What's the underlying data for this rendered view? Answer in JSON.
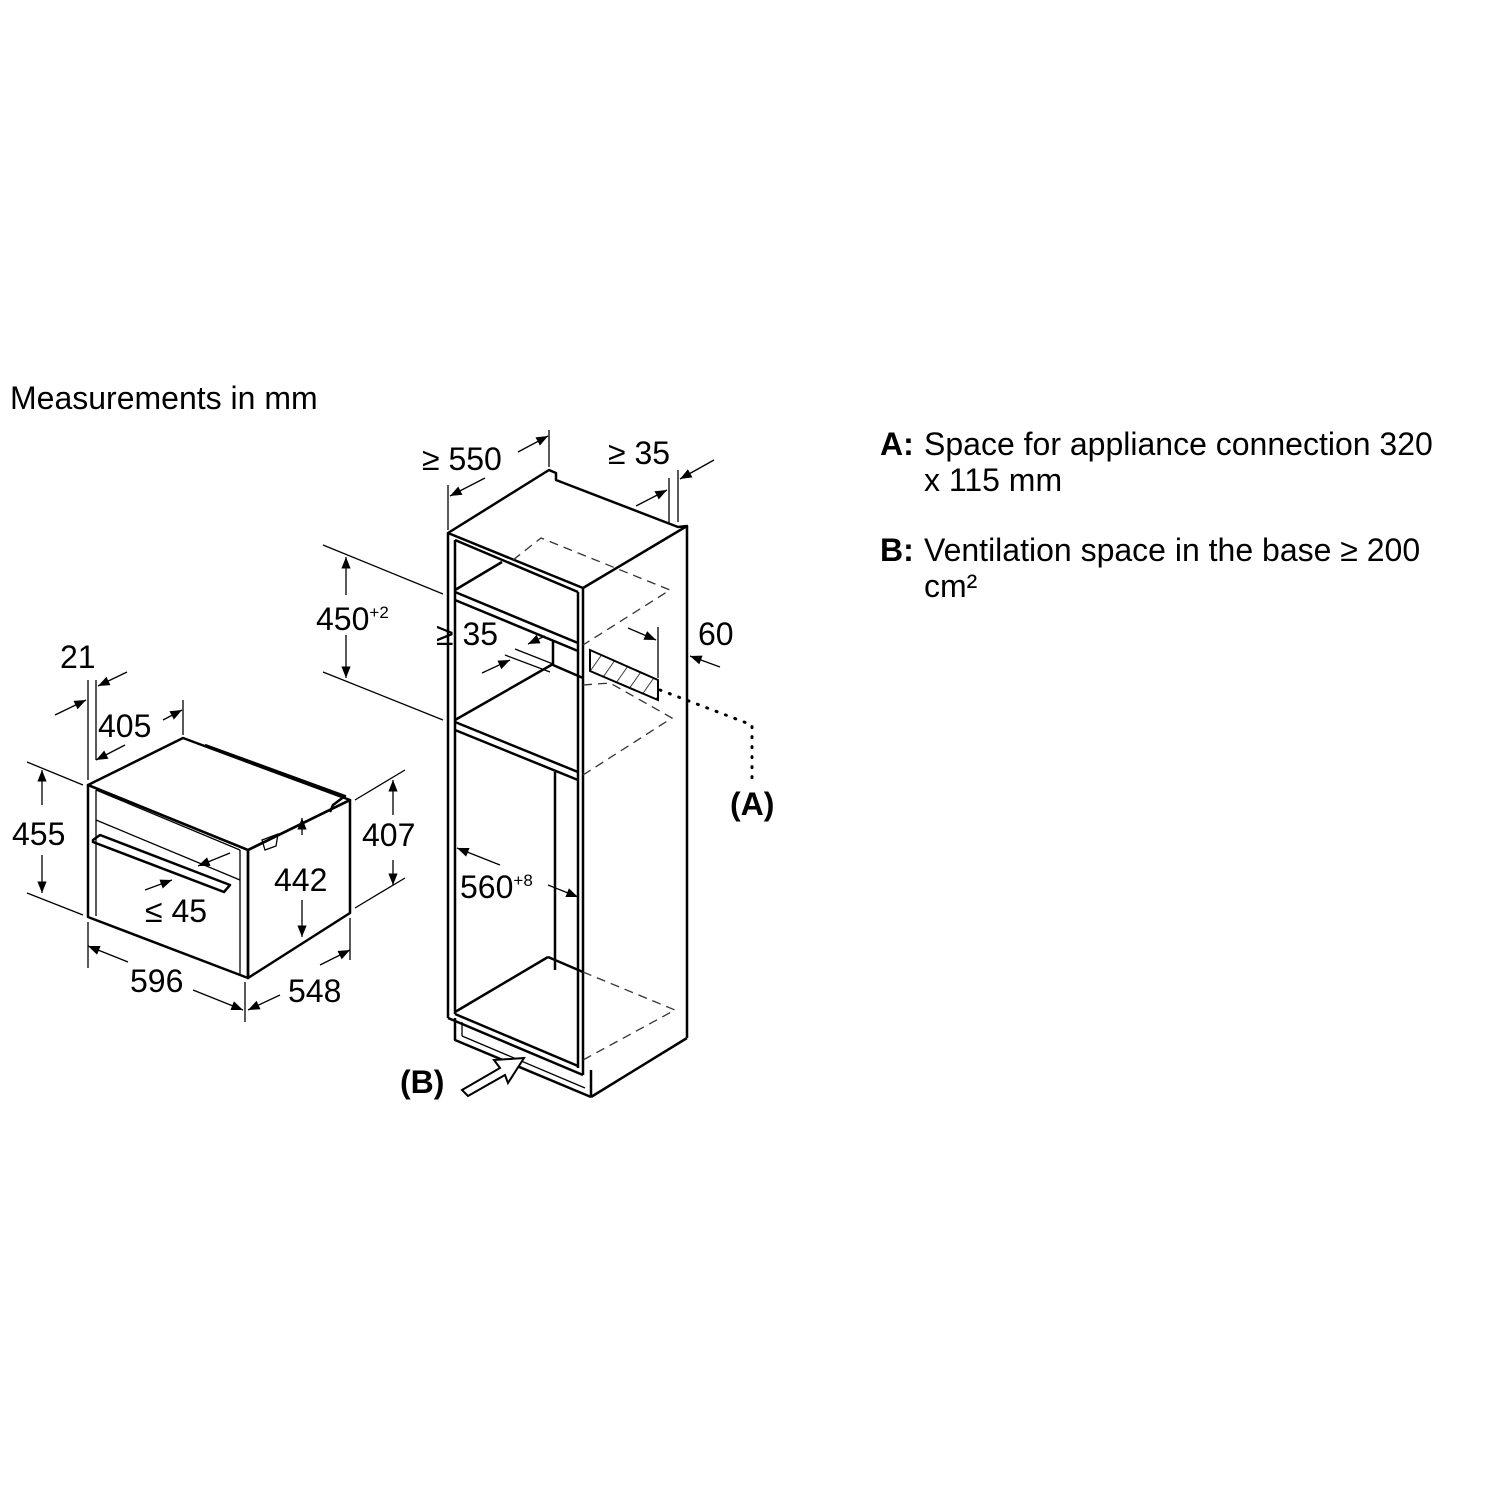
{
  "title": "Measurements in mm",
  "legend": [
    {
      "key": "A:",
      "text": "Space for appliance connection 320 x 115 mm"
    },
    {
      "key": "B:",
      "text": "Ventilation space in the base ≥ 200 cm²"
    }
  ],
  "appliance_dims": {
    "d21": "21",
    "d405": "405",
    "d455": "455",
    "d442": "442",
    "d407": "407",
    "d45": "≤ 45",
    "d596": "596",
    "d548": "548"
  },
  "cabinet_dims": {
    "d550": "≥ 550",
    "d35_top": "≥ 35",
    "d450": "450",
    "d450_tol": "+2",
    "d35_mid": "≥ 35",
    "d60": "60",
    "d560": "560",
    "d560_tol": "+8"
  },
  "callouts": {
    "a": "(A)",
    "b": "(B)"
  }
}
